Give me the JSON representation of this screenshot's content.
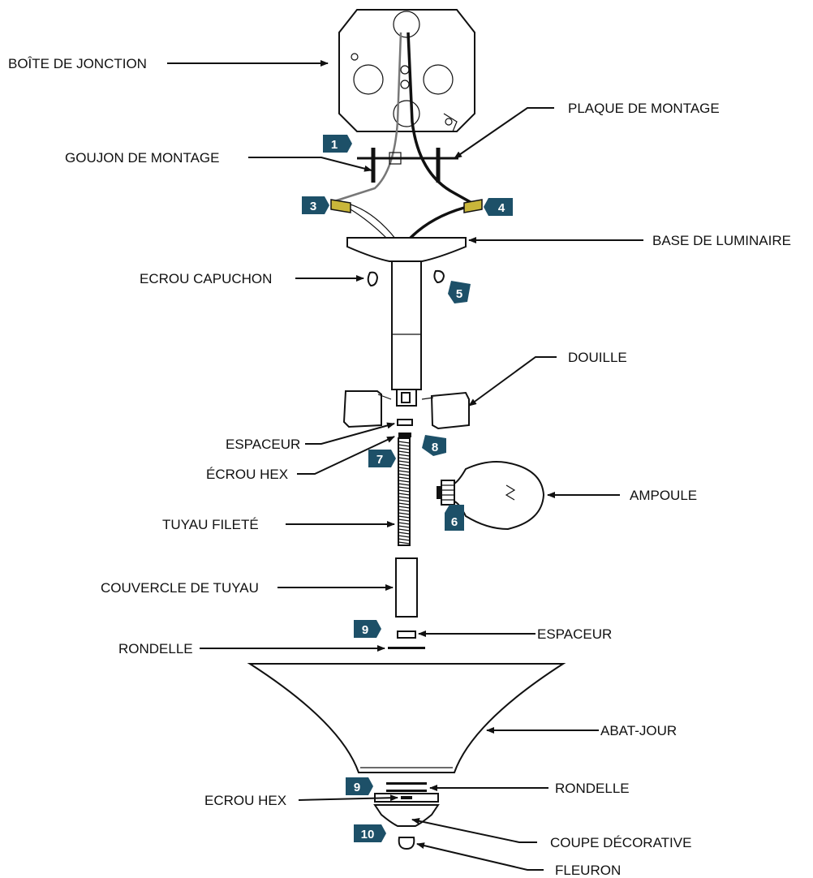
{
  "colors": {
    "step_badge": "#1d5068",
    "wire_nut": "#c9b63a",
    "line": "#111111"
  },
  "labels": {
    "junction_box": "BOÎTE DE JONCTION",
    "mounting_plate": "PLAQUE DE MONTAGE",
    "mounting_stud": "GOUJON DE MONTAGE",
    "fixture_base": "BASE DE LUMINAIRE",
    "cap_nut": "ECROU CAPUCHON",
    "socket": "DOUILLE",
    "spacer_top": "ESPACEUR",
    "hex_nut_top": "ÉCROU HEX",
    "bulb": "AMPOULE",
    "threaded_pipe": "TUYAU FILETÉ",
    "pipe_cover": "COUVERCLE DE TUYAU",
    "spacer_bottom": "ESPACEUR",
    "washer_top": "RONDELLE",
    "shade": "ABAT-JOUR",
    "washer_bottom": "RONDELLE",
    "hex_nut_bottom": "ECROU HEX",
    "decorative_cup": "COUPE DÉCORATIVE",
    "finial": "FLEURON"
  },
  "steps": {
    "s1": "1",
    "s3": "3",
    "s4": "4",
    "s5": "5",
    "s6": "6",
    "s7": "7",
    "s8": "8",
    "s9a": "9",
    "s9b": "9",
    "s10": "10"
  }
}
